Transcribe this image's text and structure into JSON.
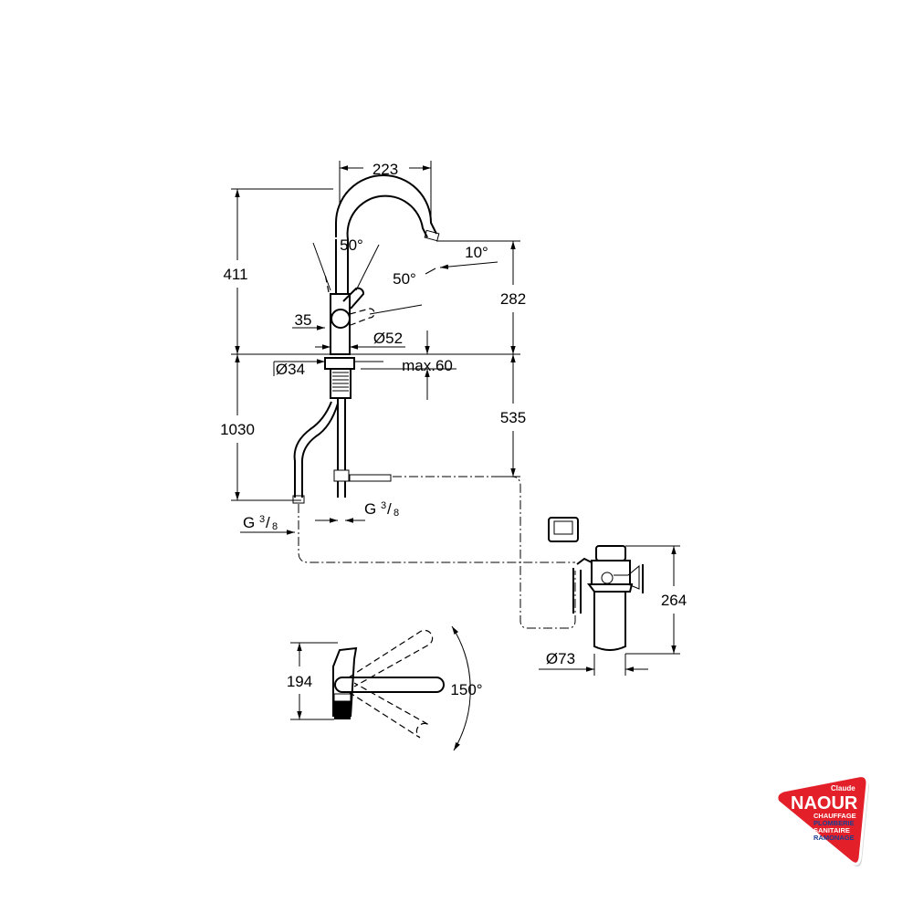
{
  "dimensions": {
    "spout_reach": "223",
    "total_height": "411",
    "spout_height": "282",
    "handle_angle_top": "50°",
    "handle_angle_side": "50°",
    "spout_tilt": "10°",
    "handle_offset": "35",
    "body_diameter": "Ø52",
    "shank_diameter": "Ø34",
    "max_deck_thickness": "max.60",
    "below_deck": "535",
    "hose_length": "1030",
    "thread_left": "G",
    "thread_left_frac_num": "3",
    "thread_left_frac_den": "8",
    "thread_right": "G",
    "thread_right_frac_num": "3",
    "thread_right_frac_den": "8",
    "filter_height": "264",
    "filter_diameter": "Ø73",
    "side_height": "194",
    "swivel_angle": "150°"
  },
  "logo": {
    "small": "Claude",
    "name": "NAOUR",
    "lines": [
      "CHAUFFAGE",
      "PLOMBERIE",
      "SANITAIRE",
      "RAMONAGE"
    ],
    "colors": {
      "red": "#e3202a",
      "blue": "#1d3f8f",
      "white": "#ffffff"
    }
  }
}
